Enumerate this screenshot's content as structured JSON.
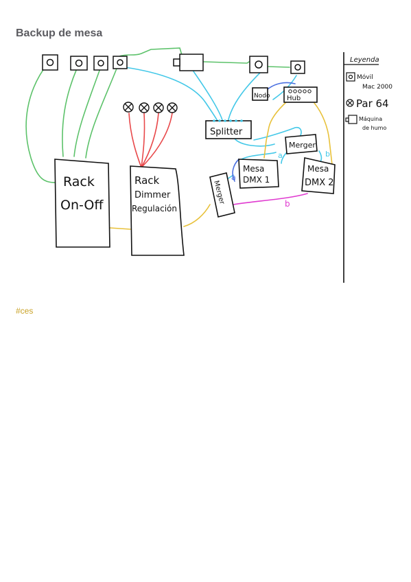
{
  "page": {
    "title": "Backup de mesa",
    "tag": "#ces"
  },
  "diagram": {
    "nodes": {
      "rack_onoff": [
        "Rack",
        "On-Off"
      ],
      "rack_dimmer": [
        "Rack",
        "Dimmer",
        "Regulación"
      ],
      "splitter": "Splitter",
      "merger_top": "Merger",
      "merger_left": "Merger",
      "mesa1": [
        "Mesa",
        "DMX 1"
      ],
      "mesa2": [
        "Mesa",
        "DMX 2"
      ],
      "nodo": "Nodo",
      "hub": "Hub"
    },
    "link_labels": {
      "a1": "a",
      "a2": "a",
      "b1": "b",
      "b2": "b"
    },
    "legend": {
      "title": "Leyenda",
      "items": [
        {
          "icon": "moving-head-icon",
          "text": [
            "Móvil",
            "Mac 2000"
          ]
        },
        {
          "icon": "par-lamp-icon",
          "text": [
            "Par 64"
          ]
        },
        {
          "icon": "smoke-machine-icon",
          "text": [
            "Máquina",
            "de humo"
          ]
        }
      ]
    },
    "colors": {
      "green": "#5cc26a",
      "cyan": "#43c8e8",
      "red": "#e8484a",
      "yellow": "#e8c13a",
      "magenta": "#e03ad0",
      "blue": "#4a6fe0",
      "ink": "#111111"
    }
  }
}
